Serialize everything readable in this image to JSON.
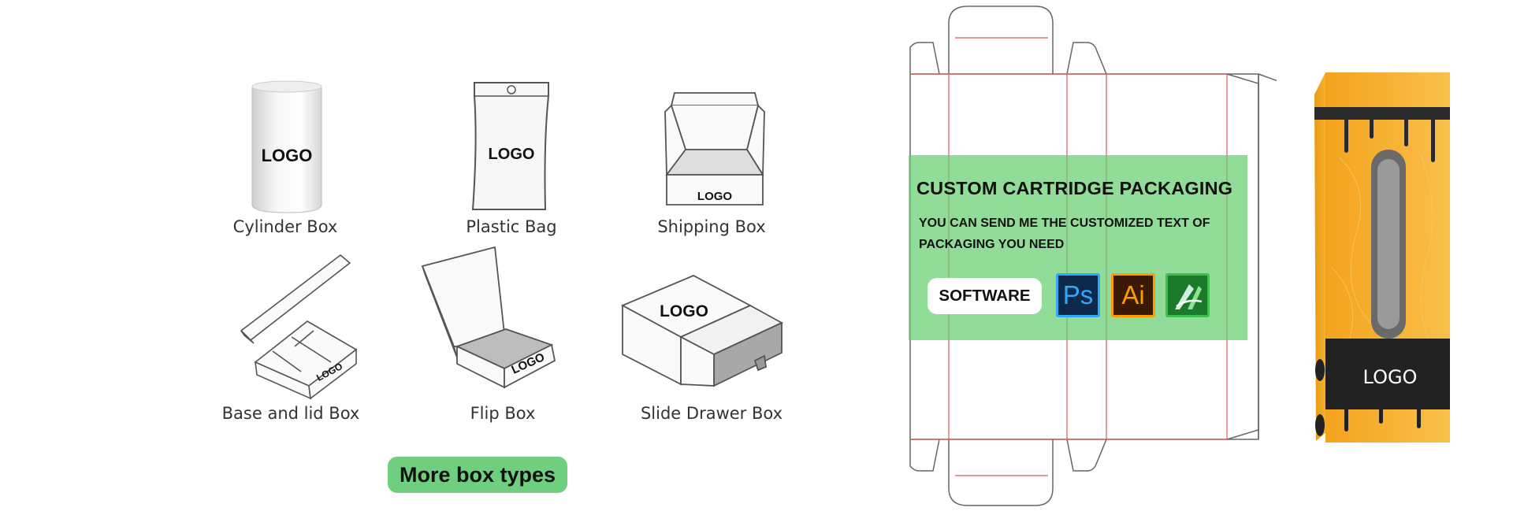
{
  "box_types": [
    {
      "label": "Cylinder Box",
      "logo": "LOGO",
      "icon": "cylinder-box-icon"
    },
    {
      "label": "Plastic Bag",
      "logo": "LOGO",
      "icon": "plastic-bag-icon"
    },
    {
      "label": "Shipping Box",
      "logo": "LOGO",
      "icon": "shipping-box-icon"
    },
    {
      "label": "Base and lid Box",
      "logo": "LOGO",
      "icon": "base-lid-box-icon"
    },
    {
      "label": "Flip Box",
      "logo": "LOGO",
      "icon": "flip-box-icon"
    },
    {
      "label": "Slide Drawer Box",
      "logo": "LOGO",
      "icon": "slide-drawer-box-icon"
    }
  ],
  "more_button": "More box types",
  "banner": {
    "title": "CUSTOM CARTRIDGE PACKAGING",
    "subtitle": "YOU CAN SEND ME THE CUSTOMIZED TEXT OF PACKAGING YOU NEED",
    "software_label": "SOFTWARE",
    "software_icons": [
      {
        "text": "Ps",
        "icon": "photoshop-icon",
        "color": "#31a8ff"
      },
      {
        "text": "Ai",
        "icon": "illustrator-icon",
        "color": "#ff9a00"
      },
      {
        "text": "",
        "icon": "coreldraw-icon",
        "color": "#3ec04f"
      }
    ]
  },
  "product": {
    "logo": "LOGO",
    "color": "#f5a623"
  },
  "colors": {
    "accent_green": "#6fcf7f",
    "dieline_red": "#e05a5a"
  }
}
